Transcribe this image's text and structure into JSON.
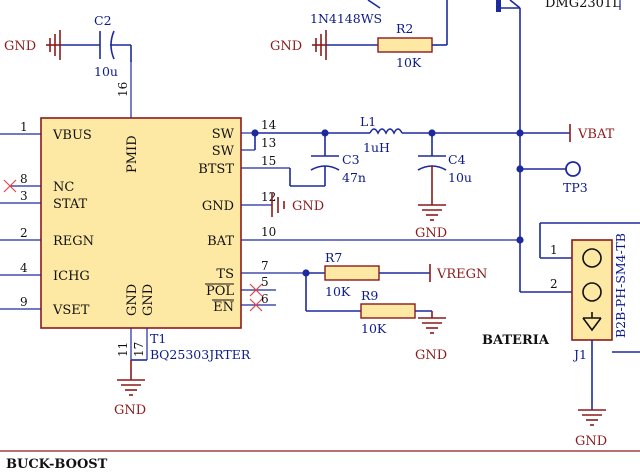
{
  "ic": {
    "name": "T1",
    "part": "BQ25303JRTER",
    "left_pins": [
      {
        "label": "VBUS",
        "num": "1"
      },
      {
        "label": "NC",
        "num": "8"
      },
      {
        "label": "STAT",
        "num": "3"
      },
      {
        "label": "REGN",
        "num": "2"
      },
      {
        "label": "ICHG",
        "num": "4"
      },
      {
        "label": "VSET",
        "num": "9"
      }
    ],
    "right_pins": [
      {
        "label": "SW",
        "num": "14"
      },
      {
        "label": "SW",
        "num": "13"
      },
      {
        "label": "BTST",
        "num": "15"
      },
      {
        "label": "GND",
        "num": "12"
      },
      {
        "label": "BAT",
        "num": "10"
      },
      {
        "label": "TS",
        "num": "7"
      },
      {
        "label": "POL",
        "num": "5"
      },
      {
        "label": "EN",
        "num": "6"
      }
    ],
    "top_pin": {
      "label": "PMID",
      "num": "16"
    },
    "bottom_pins": [
      {
        "label": "GND",
        "num": "11"
      },
      {
        "label": "GND",
        "num": "17"
      }
    ]
  },
  "components": {
    "c2": {
      "ref": "C2",
      "value": "10u"
    },
    "c3": {
      "ref": "C3",
      "value": "47n"
    },
    "c4": {
      "ref": "C4",
      "value": "10u"
    },
    "l1": {
      "ref": "L1",
      "value": "1uH"
    },
    "r2": {
      "ref": "R2",
      "value": "10K"
    },
    "r7": {
      "ref": "R7",
      "value": "10K"
    },
    "r9": {
      "ref": "R9",
      "value": "10K"
    },
    "d_top": {
      "part": "1N4148WS"
    },
    "q_top": {
      "part": "DMG2301L"
    },
    "tp3": {
      "ref": "TP3"
    },
    "j1": {
      "ref": "J1",
      "part": "B2B-PH-SM4-TB",
      "pins": [
        "1",
        "2"
      ]
    }
  },
  "nets": {
    "gnd": "GND",
    "vbat": "VBAT",
    "vregn": "VREGN"
  },
  "labels": {
    "block_title": "BUCK-BOOST",
    "battery": "BATERIA"
  }
}
